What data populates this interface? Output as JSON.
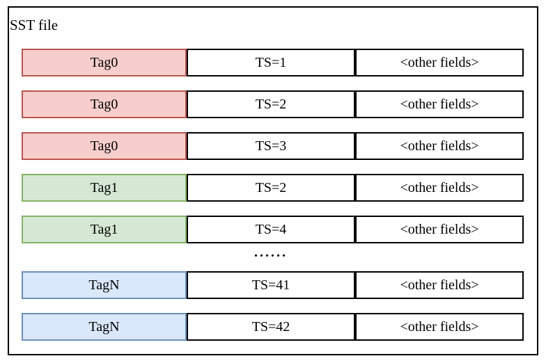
{
  "diagram": {
    "title": "SST file",
    "ellipsis": "......",
    "palette": {
      "red": {
        "fill": "#f8cecc",
        "stroke": "#b85450"
      },
      "green": {
        "fill": "#d5e8d4",
        "stroke": "#82b366"
      },
      "blue": {
        "fill": "#dae8fc",
        "stroke": "#6c8ebf"
      }
    },
    "rows": [
      {
        "tag": "Tag0",
        "ts": "TS=1",
        "other": "<other fields>",
        "group": "red"
      },
      {
        "tag": "Tag0",
        "ts": "TS=2",
        "other": "<other fields>",
        "group": "red"
      },
      {
        "tag": "Tag0",
        "ts": "TS=3",
        "other": "<other fields>",
        "group": "red"
      },
      {
        "tag": "Tag1",
        "ts": "TS=2",
        "other": "<other fields>",
        "group": "green"
      },
      {
        "tag": "Tag1",
        "ts": "TS=4",
        "other": "<other fields>",
        "group": "green"
      },
      {
        "tag": "TagN",
        "ts": "TS=41",
        "other": "<other fields>",
        "group": "blue"
      },
      {
        "tag": "TagN",
        "ts": "TS=42",
        "other": "<other fields>",
        "group": "blue"
      }
    ]
  }
}
